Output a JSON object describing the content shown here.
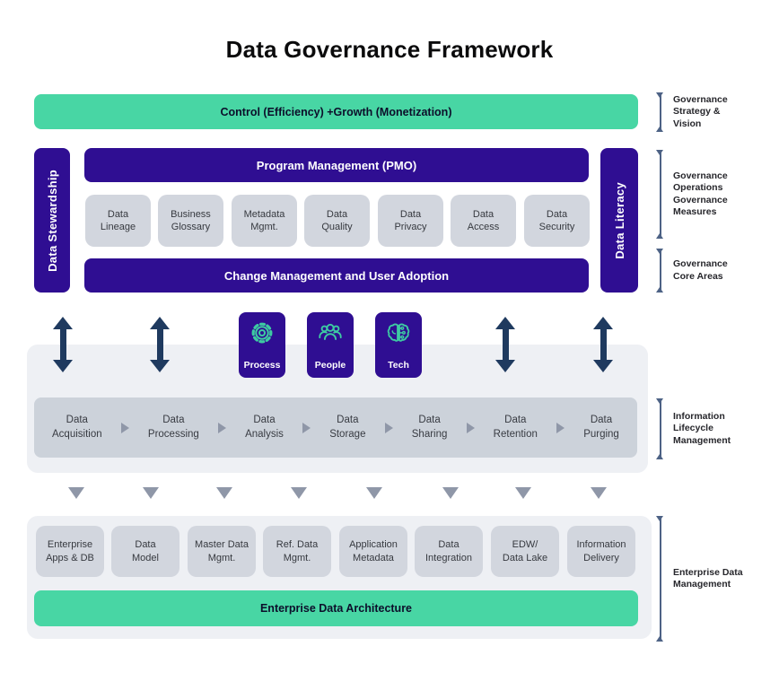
{
  "title": "Data Governance Framework",
  "colors": {
    "green": "#48d6a4",
    "purple": "#2f0e92",
    "teal_icon": "#3dcba2",
    "navy_arrow": "#1f3a5f",
    "band_gray": "#eef0f4",
    "box_gray": "#d2d6de",
    "strip_gray": "#ccd2da",
    "triangle_gray": "#8f97a8",
    "bracket_slate": "#4d6285"
  },
  "strategy_bar": {
    "label": "Control (Efficiency) +Growth (Monetization)"
  },
  "pillars": {
    "left": "Data Stewardship",
    "right": "Data Literacy"
  },
  "governance": {
    "pmo_bar": "Program Management (PMO)",
    "core_areas": [
      "Data\nLineage",
      "Business\nGlossary",
      "Metadata\nMgmt.",
      "Data\nQuality",
      "Data\nPrivacy",
      "Data\nAccess",
      "Data\nSecurity"
    ],
    "change_bar": "Change Management and User Adoption"
  },
  "enablers": [
    {
      "label": "Process",
      "icon": "gear-icon"
    },
    {
      "label": "People",
      "icon": "people-icon"
    },
    {
      "label": "Tech",
      "icon": "brain-icon"
    }
  ],
  "lifecycle": [
    "Data\nAcquisition",
    "Data\nProcessing",
    "Data\nAnalysis",
    "Data\nStorage",
    "Data\nSharing",
    "Data\nRetention",
    "Data\nPurging"
  ],
  "edm": {
    "boxes": [
      "Enterprise\nApps & DB",
      "Data\nModel",
      "Master Data\nMgmt.",
      "Ref. Data\nMgmt.",
      "Application\nMetadata",
      "Data\nIntegration",
      "EDW/\nData Lake",
      "Information\nDelivery"
    ],
    "architecture_bar": "Enterprise Data Architecture"
  },
  "annotations": [
    "Governance\nStrategy &\nVision",
    "Governance\nOperations\nGovernance\nMeasures",
    "Governance\nCore Areas",
    "Information\nLifecycle\nManagement",
    "Enterprise Data\nManagement"
  ]
}
